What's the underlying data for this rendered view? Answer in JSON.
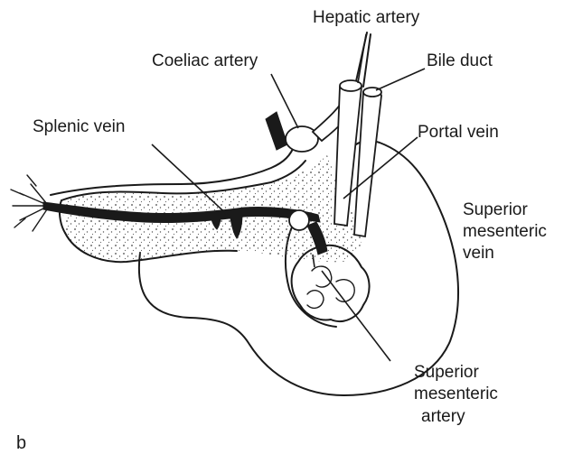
{
  "figure": {
    "panel_letter": "b",
    "labels": {
      "hepatic_artery": "Hepatic artery",
      "coeliac_artery": "Coeliac artery",
      "bile_duct": "Bile duct",
      "splenic_vein": "Splenic vein",
      "portal_vein": "Portal vein",
      "superior_mesenteric_vein": [
        "Superior",
        "mesenteric",
        "vein"
      ],
      "superior_mesenteric_artery": [
        "Superior",
        "mesenteric",
        "artery"
      ]
    }
  }
}
